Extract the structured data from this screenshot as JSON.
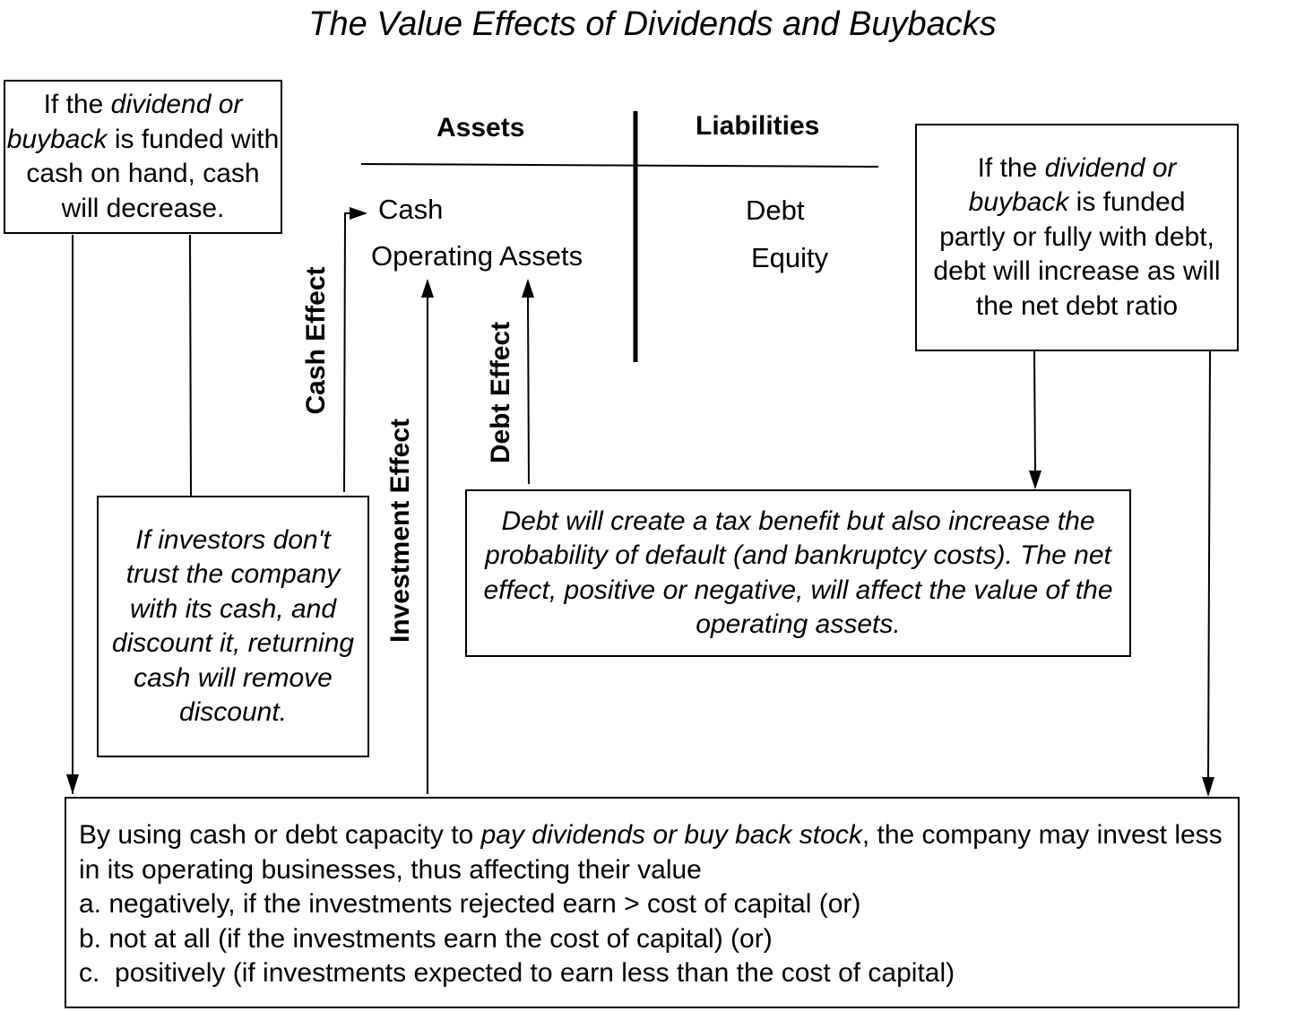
{
  "title": "The Value Effects of Dividends and Buybacks",
  "balance_sheet": {
    "assets_header": "Assets",
    "liabilities_header": "Liabilities",
    "assets": [
      "Cash",
      "Operating Assets"
    ],
    "liabilities": [
      "Debt",
      "Equity"
    ]
  },
  "effects": {
    "cash": "Cash Effect",
    "investment": "Investment Effect",
    "debt": "Debt Effect"
  },
  "box_cash_on_hand": {
    "pre": "If the ",
    "em": "dividend or buyback",
    "post": " is funded with cash on hand, cash will decrease."
  },
  "box_debt_funded": {
    "pre": "If the ",
    "em": "dividend or buyback",
    "post": " is funded partly or fully with debt, debt will increase as will the net debt ratio"
  },
  "box_trust": "If investors don't trust the company with its cash, and discount it, returning cash will remove discount.",
  "box_debt_effect": "Debt will create a tax benefit but also increase the probability of default (and bankruptcy costs). The net effect, positive or negative, will affect the value of the operating assets.",
  "box_bottom": {
    "line1_pre": "By using cash or debt capacity to ",
    "line1_em": "pay dividends or buy back stock",
    "line1_post": ", the company may invest less in its operating businesses, thus affecting their value",
    "items": [
      "a. negatively, if the investments rejected earn > cost of capital (or)",
      "b. not at all (if the investments earn the cost of capital) (or)",
      "c.  positively (if investments expected to earn less than the cost of capital)"
    ]
  }
}
